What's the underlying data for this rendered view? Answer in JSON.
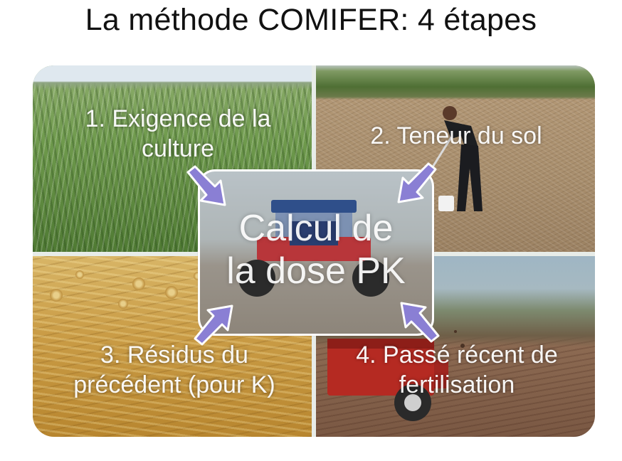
{
  "title": "La méthode COMIFER: 4 étapes",
  "center": {
    "line1": "Calcul de",
    "line2": "la dose PK"
  },
  "steps": [
    {
      "line1": "1. Exigence de la",
      "line2": "culture"
    },
    {
      "line1": "2. Teneur du sol",
      "line2": ""
    },
    {
      "line1": "3. Résidus du",
      "line2": "précédent (pour K)"
    },
    {
      "line1": "4. Passé récent de",
      "line2": "fertilisation"
    }
  ],
  "colors": {
    "arrow": "#8a7fd4",
    "arrow_outline": "#ffffff",
    "label_text": "#ffffff",
    "title_text": "#111111"
  }
}
